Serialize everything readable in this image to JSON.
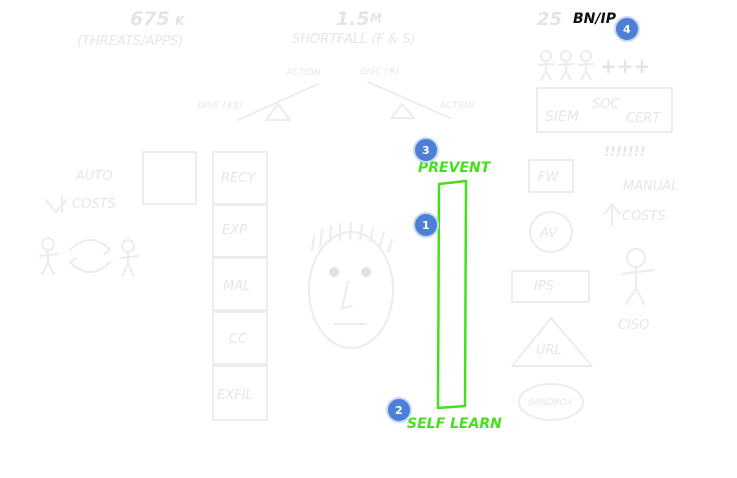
{
  "top": {
    "threats_value": "675",
    "threats_unit": "K",
    "threats_label": "(THREATS/APPS)",
    "shortfall_value": "1.5",
    "shortfall_unit": "M",
    "shortfall_label": "SHORTFALL (F & S)",
    "bn_value": "25",
    "bn_label": "BN/IP"
  },
  "scale": {
    "action_left": "ACTION",
    "disc_top": "DISC (#)",
    "disc_left": "DISC (#$)",
    "action_right": "ACTION"
  },
  "left": {
    "auto": "AUTO",
    "costs": "COSTS",
    "stack": [
      "RECY",
      "EXP",
      "MAL",
      "CC",
      "EXFIL"
    ]
  },
  "right": {
    "plus": "+++",
    "siem": "SIEM",
    "soc": "SOC",
    "cert": "CERT",
    "bangs": "!!!!!!!",
    "fw": "FW",
    "av": "AV",
    "ips": "IPS",
    "url": "URL",
    "sandbox": "SANDBOX",
    "manual": "MANUAL",
    "costs": "COSTS",
    "ciso": "CISO"
  },
  "highlight": {
    "prevent": "PREVENT",
    "self_learn": "SELF LEARN",
    "color": "#44e01a"
  },
  "badges": [
    "1",
    "2",
    "3",
    "4"
  ],
  "colors": {
    "faint": "#e6e6e6",
    "badge": "#4d7fd6"
  }
}
